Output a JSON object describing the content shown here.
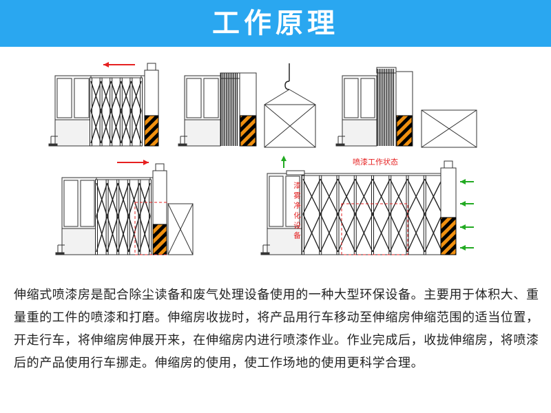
{
  "banner": {
    "title": "工作原理",
    "color": "#2aa7f0"
  },
  "diagram": {
    "spray_state_label": "喷漆工作状态",
    "purification_label": "漆雾净化设备",
    "arrow_color": "#e62020",
    "airflow_arrow_color": "#22aa22",
    "stripe_colors": [
      "#000000",
      "#f09010"
    ]
  },
  "description": {
    "text": "伸缩式喷漆房是配合除尘读备和废气处理设备使用的一种大型环保设备。主要用于体积大、重量重的工件的喷漆和打磨。伸缩房收拢时，将产品用行车移动至伸缩房伸缩范围的适当位置，开走行车，将伸缩房伸展开来，在伸缩房内进行喷漆作业。作业完成后，收拢伸缩房，将喷漆后的产品使用行车挪走。伸缩房的使用，使工作场地的使用更科学合理。"
  }
}
